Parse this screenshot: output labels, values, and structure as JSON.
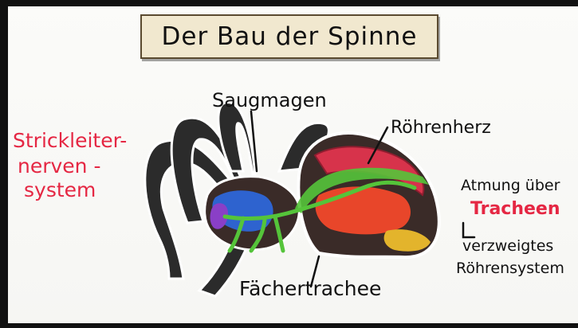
{
  "title": "Der Bau der Spinne",
  "labels": {
    "saugmagen": "Saugmagen",
    "roehrenherz": "Röhrenherz",
    "strickleiter_line1": "Strickleiter-",
    "strickleiter_line2": "nerven -",
    "strickleiter_line3": "system",
    "atmung": "Atmung über",
    "tracheen": "Tracheen",
    "verzweigtes": "verzweigtes",
    "roehrensystem": "Röhrensystem",
    "faechertrachee": "Fächertrachee"
  },
  "colors": {
    "red_label": "#e52743",
    "black_label": "#111111",
    "body_dark": "#3a2b28",
    "heart_red": "#d7334b",
    "nerve_green": "#55c43a",
    "gut_blue": "#2d66d8",
    "gland_orange": "#e8462a",
    "yellow_tissue": "#e3b42c",
    "purple": "#8a3fc7"
  }
}
